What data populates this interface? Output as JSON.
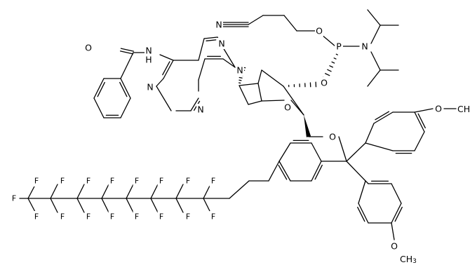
{
  "molecule": {
    "atoms": {
      "nitrile_n": "N",
      "ester_o": "O",
      "phosphorus": "P",
      "amine_n": "N",
      "phosphite_o": "O",
      "amide_o": "O",
      "amide_nh": "N",
      "amide_h": "H",
      "n9": "N",
      "n7": "N",
      "n1": "N",
      "n3": "N",
      "ring_o": "O",
      "trityl_o": "O",
      "methoxy_o_upper": "O",
      "methoxy_o_lower": "O",
      "fluorine": "F"
    },
    "groups": {
      "methyl": "CH",
      "methyl_sub": "3"
    }
  }
}
